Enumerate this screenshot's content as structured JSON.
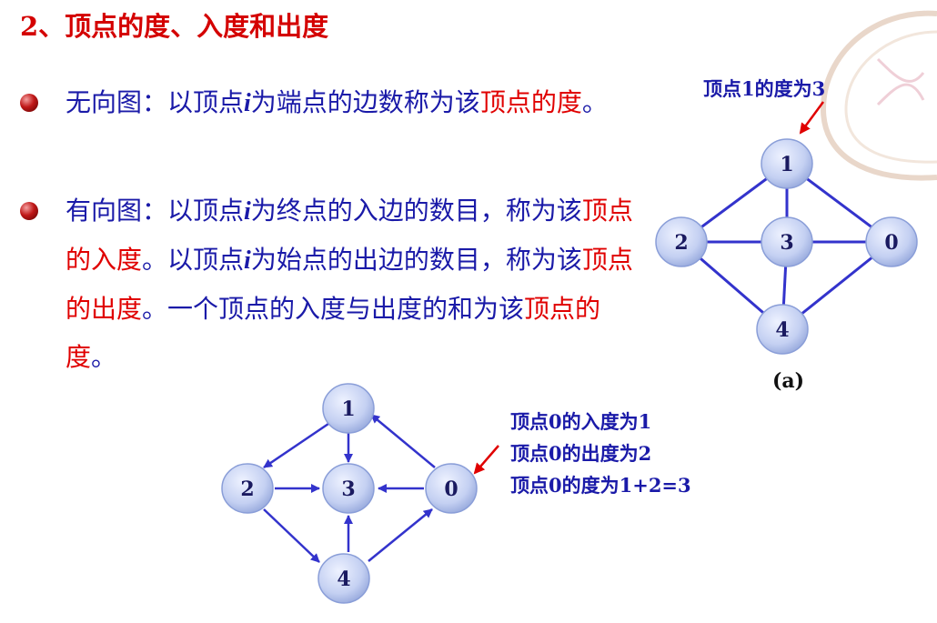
{
  "title": "2、顶点的度、入度和出度",
  "para1": {
    "a": "无向图：以顶点",
    "i": "i",
    "b": "为端点的边数称为该",
    "c": "顶点的度",
    "d": "。"
  },
  "para2": {
    "a": "有向图：以顶点",
    "i1": "i",
    "b": "为终点的入边的数目，称为该",
    "c": "顶点的入度",
    "d": "。以顶点",
    "i2": "i",
    "e": "为始点的出边的数目，称为该",
    "f": "顶点的出度",
    "g": "。一个顶点的入度与出度的和为该",
    "h": "顶点的",
    "j": "度",
    "k": "。"
  },
  "undirected_note": "顶点1的度为3",
  "caption": "(a)",
  "directed_notes": [
    "顶点0的入度为1",
    "顶点0的出度为2",
    "顶点0的度为1+2=3"
  ],
  "colors": {
    "title": "#d40000",
    "text": "#1a1aa8",
    "highlight": "#e00000",
    "edge": "#3333cc",
    "node_fill": "#c8d4f4"
  },
  "graph_a": {
    "vertices": [
      "1",
      "2",
      "3",
      "0",
      "4"
    ],
    "edges": [
      [
        "1",
        "2"
      ],
      [
        "1",
        "3"
      ],
      [
        "1",
        "0"
      ],
      [
        "2",
        "3"
      ],
      [
        "3",
        "0"
      ],
      [
        "3",
        "4"
      ],
      [
        "2",
        "4"
      ],
      [
        "0",
        "4"
      ]
    ]
  },
  "graph_b": {
    "vertices": [
      "1",
      "2",
      "3",
      "0",
      "4"
    ],
    "arcs": [
      [
        "1",
        "2"
      ],
      [
        "1",
        "3"
      ],
      [
        "2",
        "3"
      ],
      [
        "2",
        "4"
      ],
      [
        "4",
        "3"
      ],
      [
        "4",
        "0"
      ],
      [
        "0",
        "3"
      ],
      [
        "0",
        "1"
      ]
    ]
  }
}
